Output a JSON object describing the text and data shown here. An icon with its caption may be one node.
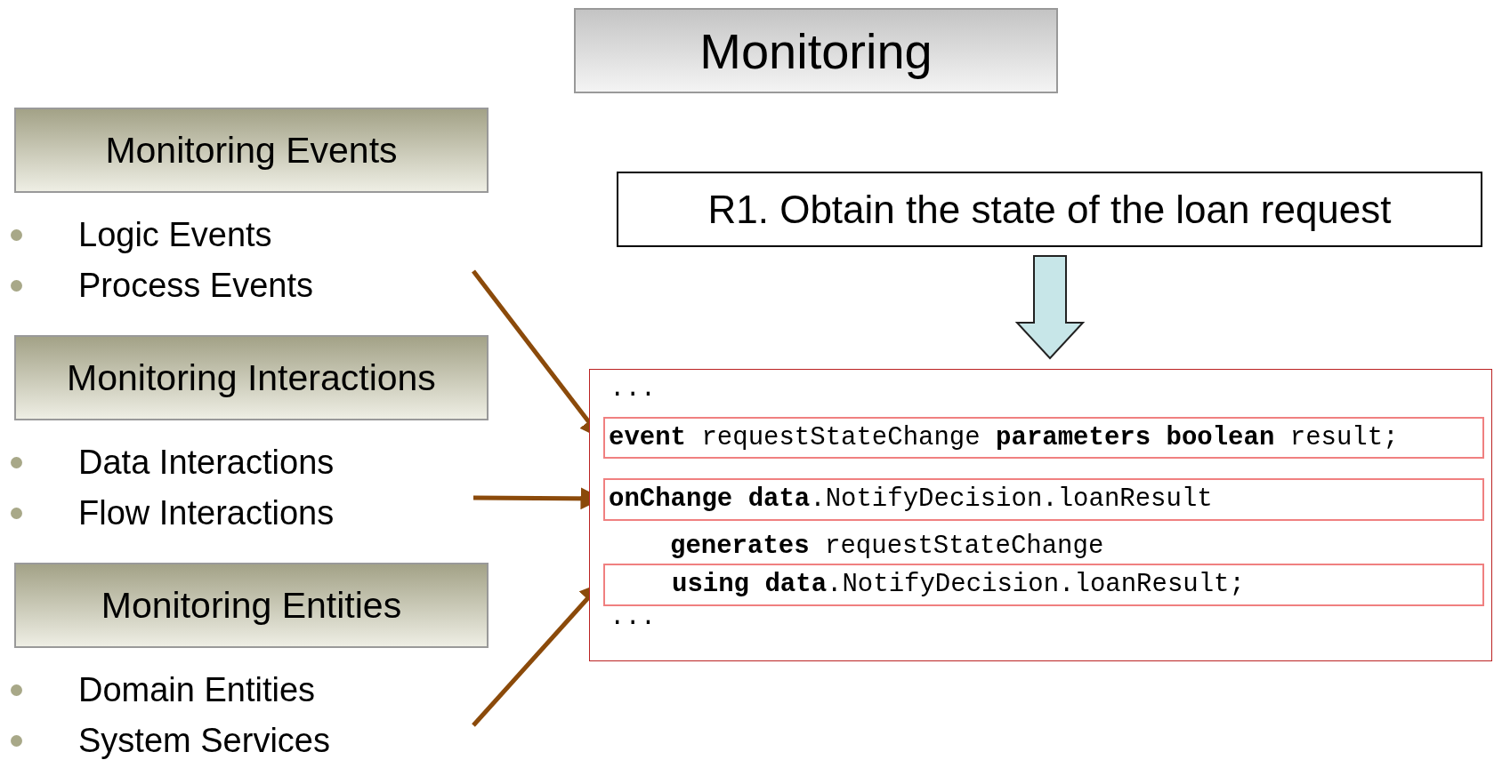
{
  "diagram": {
    "nodes": [
      {
        "text": [
          "Monitoring"
        ]
      },
      {
        "text": [
          "Monitoring Events"
        ],
        "beside": [
          "Logic Events",
          "Process Events"
        ]
      },
      {
        "text": [
          "Monitoring Interactions"
        ],
        "beside": [
          "Data Interactions",
          "Flow Interactions"
        ]
      },
      {
        "text": [
          "Monitoring Entities"
        ],
        "beside": [
          "Domain Entities",
          "System Services"
        ]
      },
      {
        "text": [
          "R1. Obtain the state of the loan request"
        ]
      },
      {
        "text": [
          "...",
          "**generates** requestStateChange",
          "..."
        ]
      },
      {
        "text": [
          "**event** requestStateChange **parameters boolean** result;"
        ],
        "in": 5
      },
      {
        "text": [
          "**onChange data**.NotifyDecision.loanResult"
        ],
        "in": 5
      },
      {
        "text": [
          "**using data**.NotifyDecision.loanResult;"
        ],
        "in": 5
      }
    ],
    "edges": [
      {
        "from": null,
        "to": 6,
        "arrow": "to",
        "color": "#8b4a0a"
      },
      {
        "from": null,
        "to": 7,
        "arrow": "to",
        "color": "#8b4a0a"
      },
      {
        "from": null,
        "to": 8,
        "arrow": "to",
        "color": "#8b4a0a"
      },
      {
        "from": 4,
        "to": 5,
        "arrow": "to",
        "style": "thick"
      }
    ]
  }
}
